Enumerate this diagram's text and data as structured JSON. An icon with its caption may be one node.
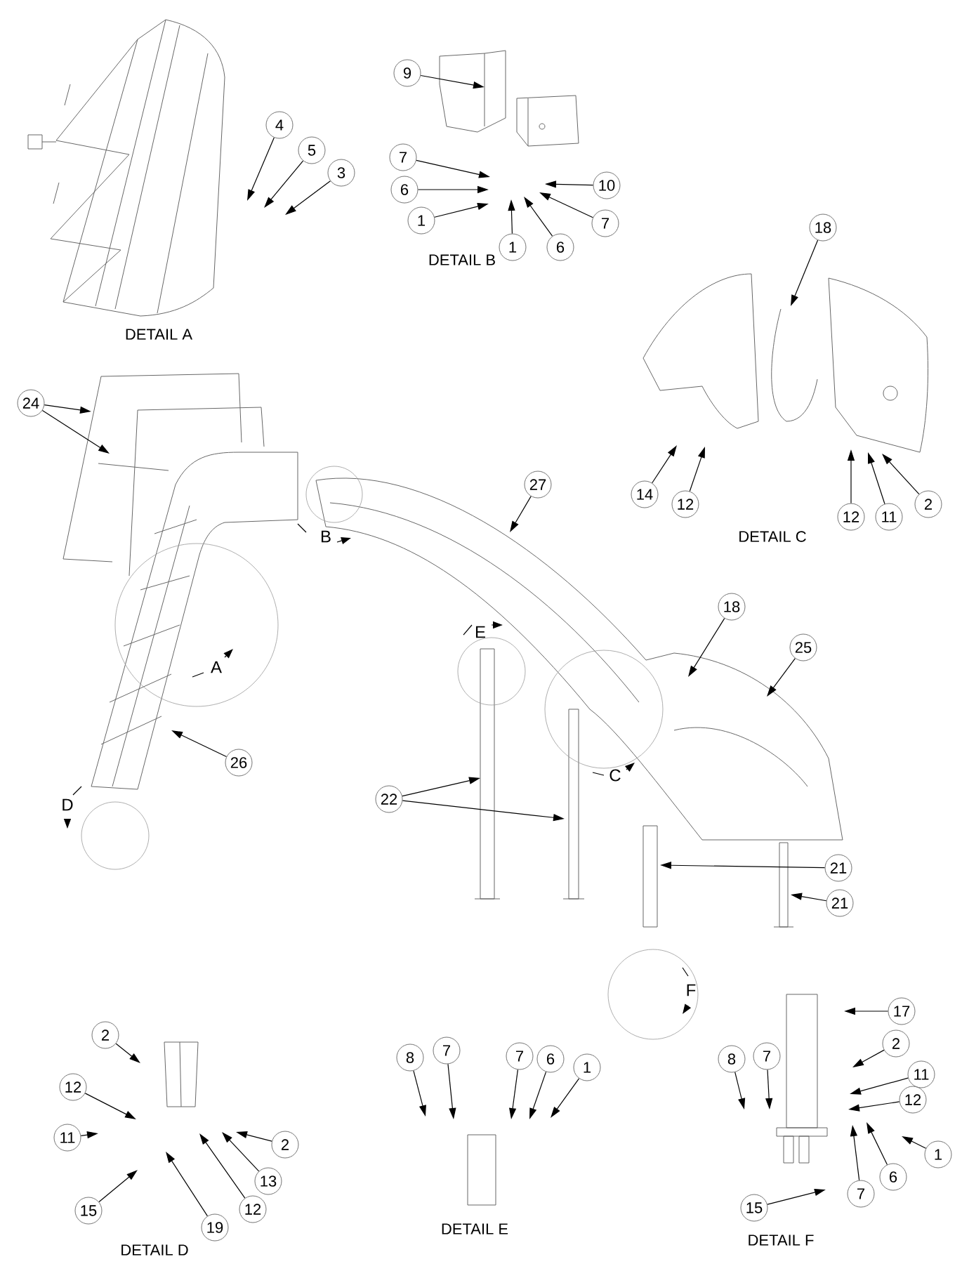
{
  "diagram": {
    "nodes": [
      {
        "text": [
          "4"
        ]
      },
      {
        "text": [
          "5"
        ]
      },
      {
        "text": [
          "3"
        ]
      },
      {
        "text": [
          "9"
        ]
      },
      {
        "text": [
          "7"
        ]
      },
      {
        "text": [
          "10"
        ]
      },
      {
        "text": [
          "6"
        ]
      },
      {
        "text": [
          "1"
        ]
      },
      {
        "text": [
          "7"
        ]
      },
      {
        "text": [
          "1"
        ]
      },
      {
        "text": [
          "6"
        ]
      },
      {
        "text": [
          "18"
        ]
      },
      {
        "text": [
          "24"
        ]
      },
      {
        "text": [
          "14"
        ]
      },
      {
        "text": [
          "12"
        ]
      },
      {
        "text": [
          "2"
        ]
      },
      {
        "text": [
          "12"
        ]
      },
      {
        "text": [
          "11"
        ]
      },
      {
        "text": [
          "27"
        ]
      },
      {
        "text": [
          "18"
        ]
      },
      {
        "text": [
          "25"
        ]
      },
      {
        "text": [
          "26"
        ]
      },
      {
        "text": [
          "22"
        ]
      },
      {
        "text": [
          "21"
        ]
      },
      {
        "text": [
          "21"
        ]
      },
      {
        "text": [
          "17"
        ]
      },
      {
        "text": [
          "2"
        ]
      },
      {
        "text": [
          "2"
        ]
      },
      {
        "text": [
          "8"
        ]
      },
      {
        "text": [
          "7"
        ]
      },
      {
        "text": [
          "7"
        ]
      },
      {
        "text": [
          "6"
        ]
      },
      {
        "text": [
          "1"
        ]
      },
      {
        "text": [
          "8"
        ]
      },
      {
        "text": [
          "7"
        ]
      },
      {
        "text": [
          "11"
        ]
      },
      {
        "text": [
          "12"
        ]
      },
      {
        "text": [
          "12"
        ]
      },
      {
        "text": [
          "11"
        ]
      },
      {
        "text": [
          "2"
        ]
      },
      {
        "text": [
          "1"
        ]
      },
      {
        "text": [
          "13"
        ]
      },
      {
        "text": [
          "6"
        ]
      },
      {
        "text": [
          "7"
        ]
      },
      {
        "text": [
          "12"
        ]
      },
      {
        "text": [
          "15"
        ]
      },
      {
        "text": [
          "15"
        ]
      },
      {
        "text": [
          "19"
        ]
      }
    ],
    "edges": [
      {
        "from": 0,
        "to": null,
        "arrow": "to"
      },
      {
        "from": 1,
        "to": null,
        "arrow": "to"
      },
      {
        "from": 2,
        "to": null,
        "arrow": "to"
      },
      {
        "from": 3,
        "to": null,
        "arrow": "to"
      },
      {
        "from": 4,
        "to": null,
        "arrow": "to"
      },
      {
        "from": 5,
        "to": null,
        "arrow": "to"
      },
      {
        "from": 6,
        "to": null,
        "arrow": "to"
      },
      {
        "from": 7,
        "to": null,
        "arrow": "to"
      },
      {
        "from": 8,
        "to": null,
        "arrow": "to"
      },
      {
        "from": 9,
        "to": null,
        "arrow": "to"
      },
      {
        "from": 10,
        "to": null,
        "arrow": "to"
      },
      {
        "from": 11,
        "to": null,
        "arrow": "to"
      },
      {
        "from": 12,
        "to": null,
        "arrow": "to"
      },
      {
        "from": 12,
        "to": null,
        "arrow": "to"
      },
      {
        "from": 13,
        "to": null,
        "arrow": "to"
      },
      {
        "from": 14,
        "to": null,
        "arrow": "to"
      },
      {
        "from": 15,
        "to": null,
        "arrow": "to"
      },
      {
        "from": 16,
        "to": null,
        "arrow": "to"
      },
      {
        "from": 17,
        "to": null,
        "arrow": "to"
      },
      {
        "from": 18,
        "to": null,
        "arrow": "to"
      },
      {
        "from": 19,
        "to": null,
        "arrow": "to"
      },
      {
        "from": 20,
        "to": null,
        "arrow": "to"
      },
      {
        "from": 21,
        "to": null,
        "arrow": "to"
      },
      {
        "from": 22,
        "to": null,
        "arrow": "to"
      },
      {
        "from": 22,
        "to": null,
        "arrow": "to"
      },
      {
        "from": 23,
        "to": null,
        "arrow": "to"
      },
      {
        "from": 24,
        "to": null,
        "arrow": "to"
      },
      {
        "from": 25,
        "to": null,
        "arrow": "to"
      },
      {
        "from": 26,
        "to": null,
        "arrow": "to"
      },
      {
        "from": 27,
        "to": null,
        "arrow": "to"
      },
      {
        "from": 28,
        "to": null,
        "arrow": "to"
      },
      {
        "from": 29,
        "to": null,
        "arrow": "to"
      },
      {
        "from": 30,
        "to": null,
        "arrow": "to"
      },
      {
        "from": 31,
        "to": null,
        "arrow": "to"
      },
      {
        "from": 32,
        "to": null,
        "arrow": "to"
      },
      {
        "from": 33,
        "to": null,
        "arrow": "to"
      },
      {
        "from": 34,
        "to": null,
        "arrow": "to"
      },
      {
        "from": 35,
        "to": null,
        "arrow": "to"
      },
      {
        "from": 36,
        "to": null,
        "arrow": "to"
      },
      {
        "from": 37,
        "to": null,
        "arrow": "to"
      },
      {
        "from": 38,
        "to": null,
        "arrow": "to"
      },
      {
        "from": 39,
        "to": null,
        "arrow": "to"
      },
      {
        "from": 40,
        "to": null,
        "arrow": "to"
      },
      {
        "from": 41,
        "to": null,
        "arrow": "to"
      },
      {
        "from": 42,
        "to": null,
        "arrow": "to"
      },
      {
        "from": 43,
        "to": null,
        "arrow": "to"
      },
      {
        "from": 44,
        "to": null,
        "arrow": "to"
      },
      {
        "from": 45,
        "to": null,
        "arrow": "to"
      },
      {
        "from": 46,
        "to": null,
        "arrow": "to"
      },
      {
        "from": 47,
        "to": null,
        "arrow": "to"
      }
    ],
    "labels": [
      "DETAIL A",
      "DETAIL B",
      "DETAIL C",
      "B",
      "A",
      "E",
      "C",
      "D",
      "F",
      "DETAIL D",
      "DETAIL E",
      "DETAIL F"
    ]
  }
}
